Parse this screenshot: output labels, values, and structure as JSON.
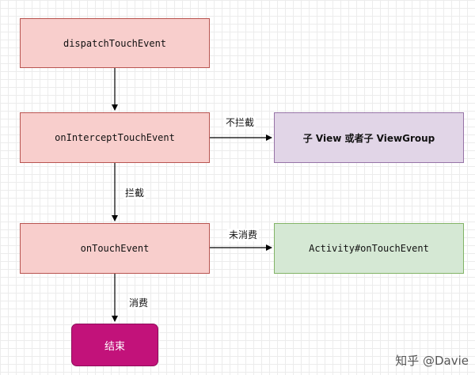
{
  "diagram": {
    "nodes": {
      "dispatch": "dispatchTouchEvent",
      "intercept": "onInterceptTouchEvent",
      "child": "子 View 或者子 ViewGroup",
      "touch": "onTouchEvent",
      "activity": "Activity#onTouchEvent",
      "end": "结束"
    },
    "edge_labels": {
      "not_intercept": "不拦截",
      "intercept": "拦截",
      "not_consumed": "未消费",
      "consumed": "消费"
    }
  },
  "watermark": "知乎 @Davie"
}
